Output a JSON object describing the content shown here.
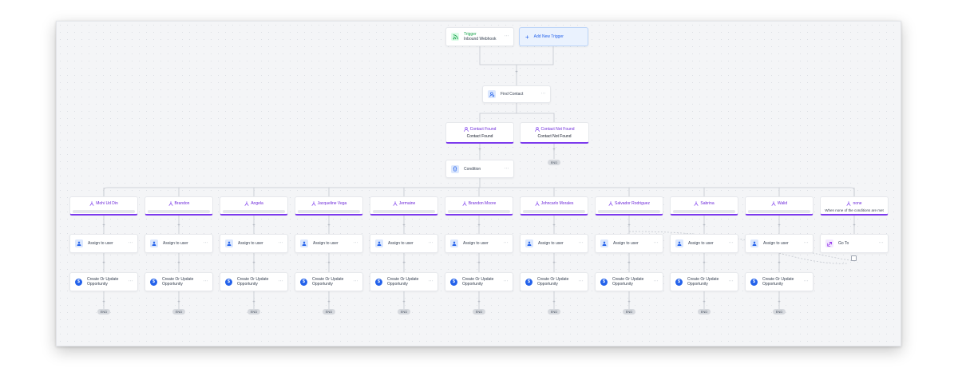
{
  "trigger": {
    "label": "Trigger",
    "name": "Inbound Webhook",
    "menu": "···",
    "icon": "rss-icon"
  },
  "add_trigger": {
    "label": "Add New Trigger",
    "icon": "plus-icon"
  },
  "find_contact": {
    "label": "Find Contact",
    "menu": "···",
    "icon": "user-search-icon"
  },
  "contact_branches": [
    {
      "title": "Contact Found",
      "subtitle": "Contact Found"
    },
    {
      "title": "Contact Not Found",
      "subtitle": "Contact Not Found"
    }
  ],
  "condition": {
    "label": "Condition",
    "menu": "···",
    "icon": "braces-icon"
  },
  "branches": [
    {
      "title": "Mohi Ud Din"
    },
    {
      "title": "Brandon"
    },
    {
      "title": "Angela"
    },
    {
      "title": "Jacqueline Vega"
    },
    {
      "title": "Jermaine"
    },
    {
      "title": "Brandon Moore"
    },
    {
      "title": "Johncarlo Morales"
    },
    {
      "title": "Salvador Rodriguez"
    },
    {
      "title": "Sabrina"
    },
    {
      "title": "Walid"
    },
    {
      "title": "none",
      "subtitle": "When none of the conditions are met"
    }
  ],
  "assign_action": {
    "label": "Assign to user",
    "menu": "···"
  },
  "opportunity_action": {
    "line1": "Create Or Update",
    "line2": "Opportunity",
    "menu": "···"
  },
  "goto_action": {
    "label": "Go To",
    "menu": "···"
  },
  "end_label": "END",
  "plus_symbol": "+",
  "colors": {
    "accent_purple": "#7c3aed",
    "action_blue": "#2563eb",
    "trigger_green": "#16a34a",
    "canvas": "#f4f5f7"
  }
}
